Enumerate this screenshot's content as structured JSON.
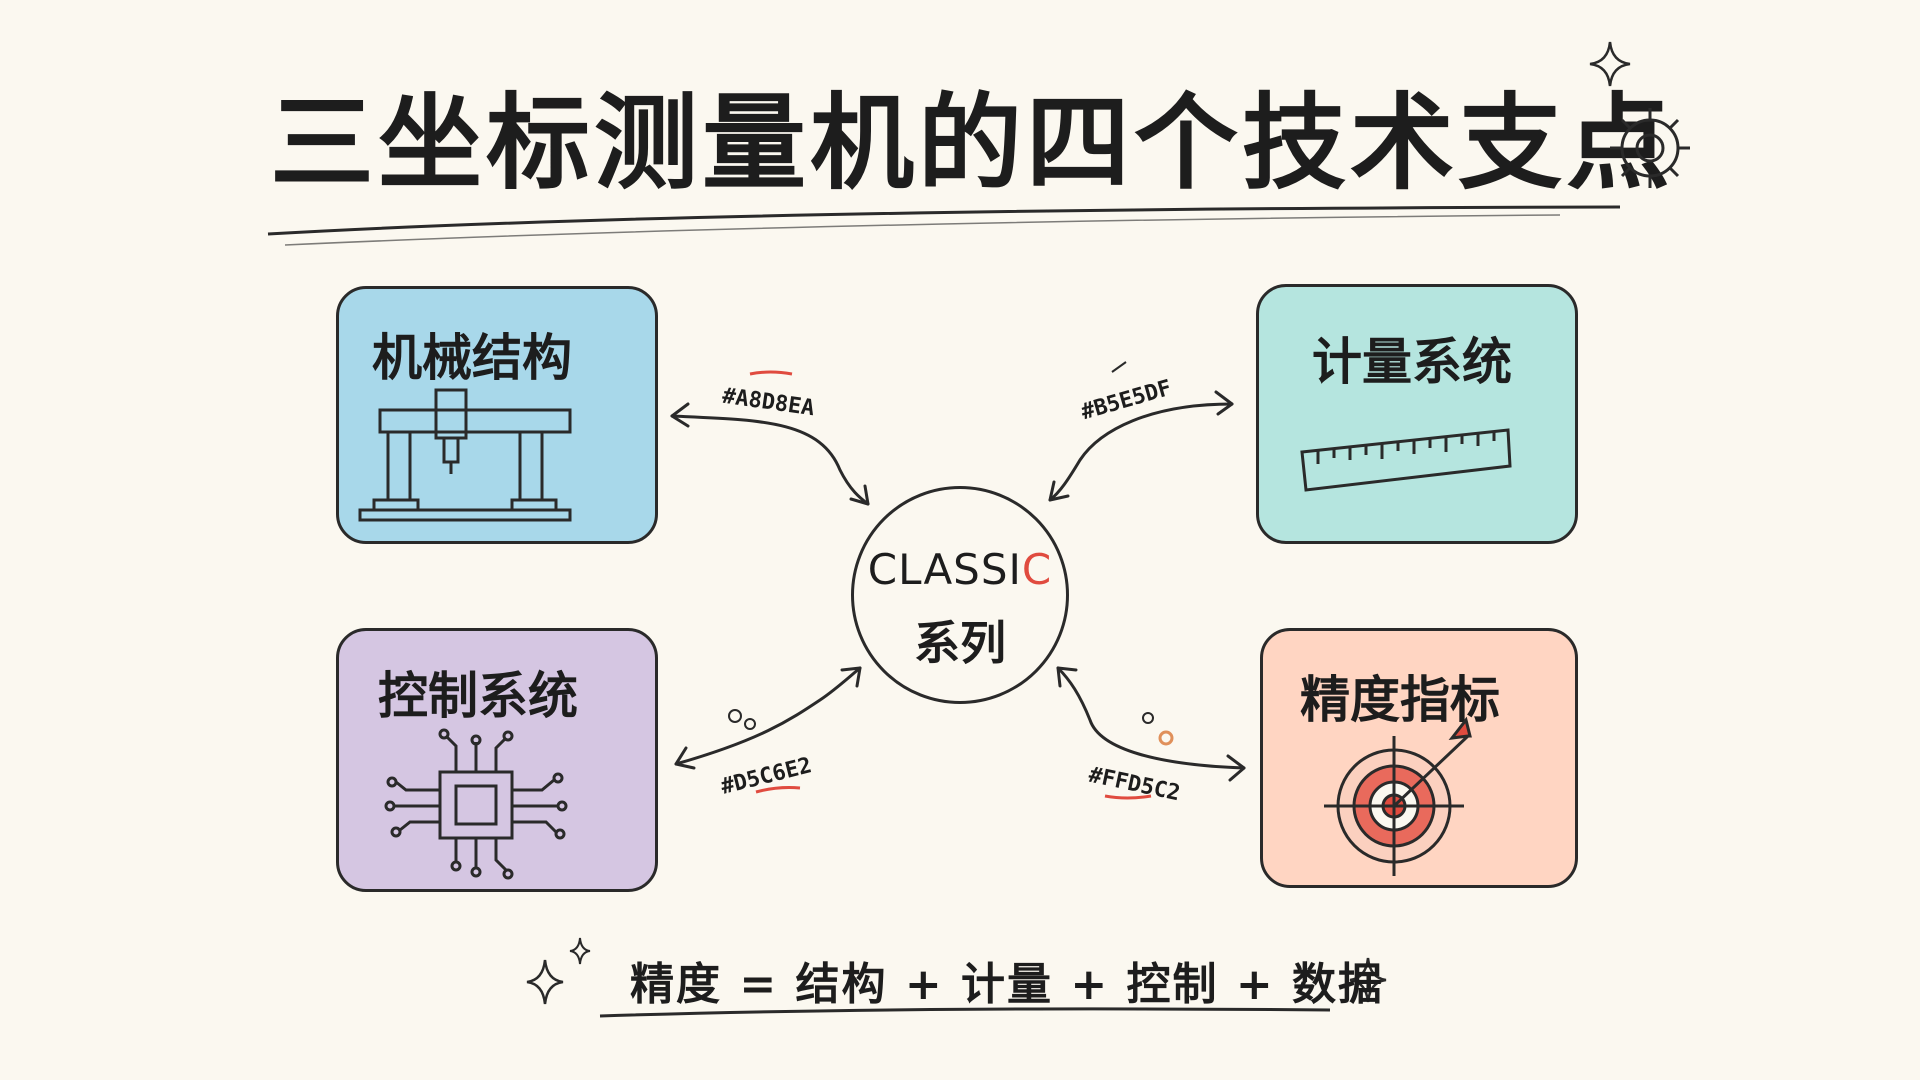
{
  "title": "三坐标测量机的四个技术支点",
  "center": {
    "line1_main": "CLASSI",
    "line1_accent": "C",
    "line2": "系列"
  },
  "cards": {
    "mechanical": {
      "title": "机械结构",
      "color": "#A8D8EA",
      "icon": "gantry-icon"
    },
    "metrology": {
      "title": "计量系统",
      "color": "#B5E5DF",
      "icon": "ruler-icon"
    },
    "control": {
      "title": "控制系统",
      "color": "#D5C6E2",
      "icon": "chip-icon"
    },
    "accuracy": {
      "title": "精度指标",
      "color": "#FFD5C2",
      "icon": "target-icon"
    }
  },
  "hex_labels": {
    "top_left": "#A8D8EA",
    "top_right": "#B5E5DF",
    "bottom_left": "#D5C6E2",
    "bottom_right": "#FFD5C2"
  },
  "formula": "精度 = 结构 + 计量 + 控制 + 数据",
  "accent_color": "#E04B3F"
}
